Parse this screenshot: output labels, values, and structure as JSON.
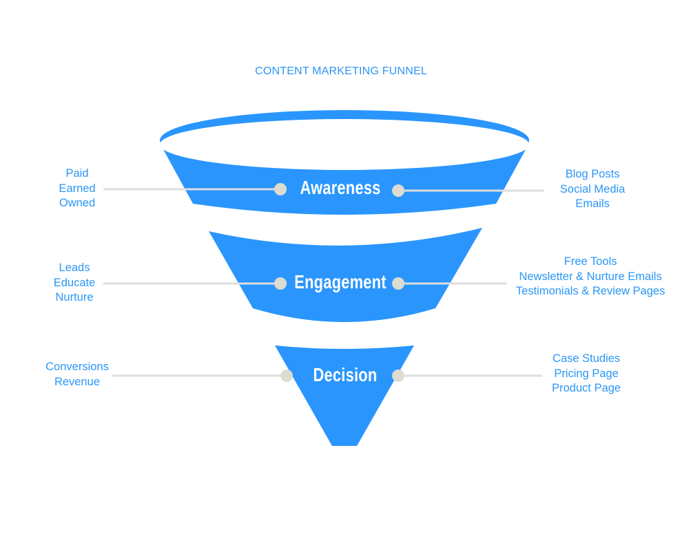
{
  "title": "CONTENT MARKETING FUNNEL",
  "colors": {
    "funnel": "#2a96fd",
    "text": "#2b96f5",
    "connector": "#dedede",
    "dot": "#dcdcd0",
    "label": "#ffffff"
  },
  "stages": [
    {
      "name": "Awareness",
      "left_items": [
        "Paid",
        "Earned",
        "Owned"
      ],
      "right_items": [
        "Blog Posts",
        "Social Media",
        "Emails"
      ]
    },
    {
      "name": "Engagement",
      "left_items": [
        "Leads",
        "Educate",
        "Nurture"
      ],
      "right_items": [
        "Free Tools",
        "Newsletter & Nurture Emails",
        "Testimonials & Review Pages"
      ]
    },
    {
      "name": "Decision",
      "left_items": [
        "Conversions",
        "Revenue"
      ],
      "right_items": [
        "Case Studies",
        "Pricing Page",
        "Product Page"
      ]
    }
  ]
}
